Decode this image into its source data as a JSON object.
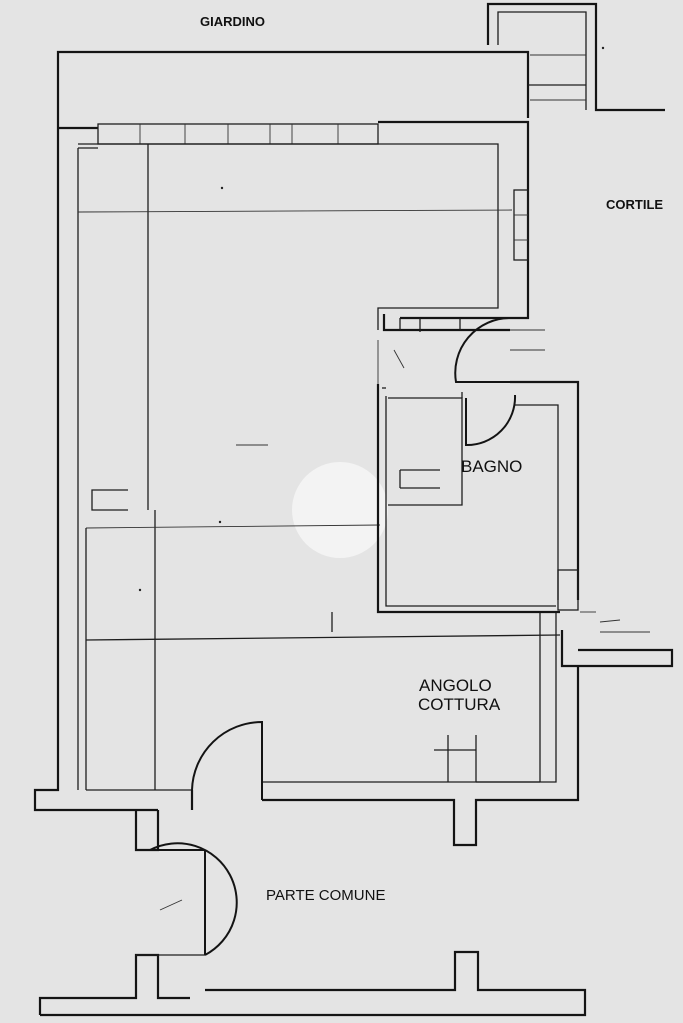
{
  "rooms": {
    "giardino": "GIARDINO",
    "cortile": "CORTILE",
    "bagno": "BAGNO",
    "angolo_line1": "ANGOLO",
    "angolo_line2": "COTTURA",
    "parte_comune": "PARTE COMUNE"
  },
  "colors": {
    "background": "#e4e4e4",
    "ink": "#141414"
  }
}
